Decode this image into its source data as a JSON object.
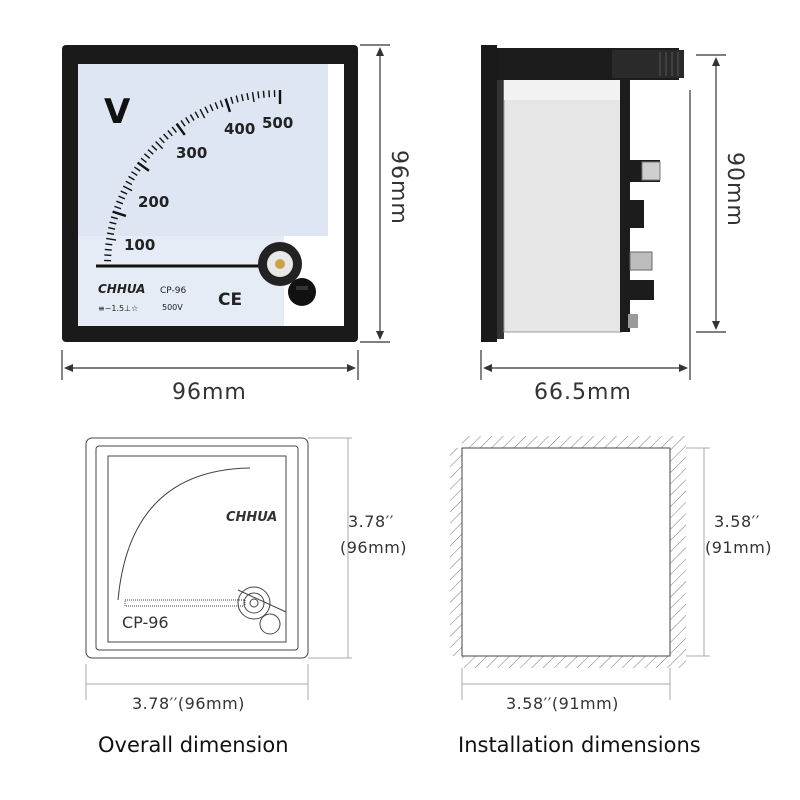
{
  "meter": {
    "unit": "V",
    "scale_labels": [
      "100",
      "200",
      "300",
      "400",
      "500"
    ],
    "brand": "CHHUA",
    "model": "CP-96",
    "voltage": "500V",
    "symbols": "≡~1.5⊥☆",
    "mark": "CE"
  },
  "dimensions": {
    "front_width": "96mm",
    "front_height": "96mm",
    "side_depth": "66.5mm",
    "side_height": "90mm",
    "overall_height_in": "3.78′′",
    "overall_height_mm": "(96mm)",
    "overall_width": "3.78′′(96mm)",
    "install_height_in": "3.58′′",
    "install_height_mm": "(91mm)",
    "install_width": "3.58′′(91mm)"
  },
  "captions": {
    "overall": "Overall dimension",
    "installation": "Installation dimensions"
  },
  "drawing": {
    "model": "CP-96",
    "brand": "CHHUA"
  }
}
